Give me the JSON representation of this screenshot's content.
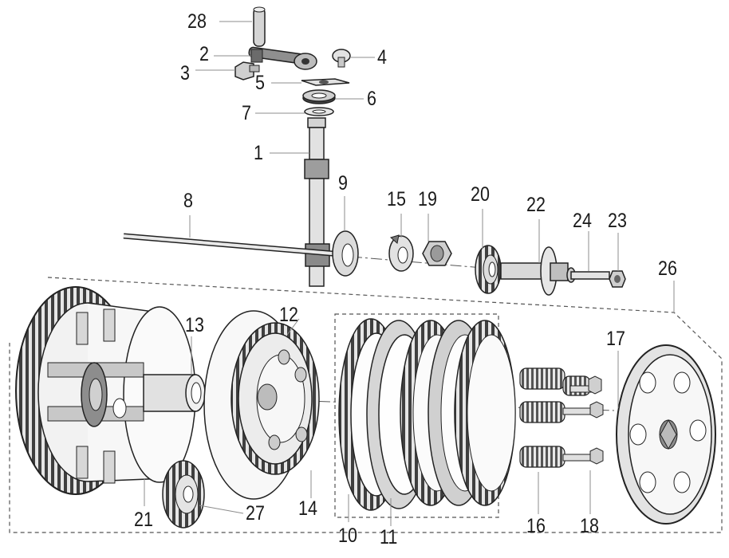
{
  "diagram": {
    "callouts": [
      "28",
      "2",
      "4",
      "3",
      "5",
      "6",
      "7",
      "1",
      "8",
      "9",
      "15",
      "19",
      "20",
      "22",
      "24",
      "23",
      "26",
      "12",
      "13",
      "17",
      "14",
      "21",
      "27",
      "10",
      "11",
      "16",
      "18"
    ]
  },
  "colors": {
    "line": "#1f1f1f",
    "fill_light": "#d9d9d9",
    "fill_mid": "#9a9a9a",
    "fill_dark": "#4a4a4a",
    "leader": "#8c8c8c"
  }
}
